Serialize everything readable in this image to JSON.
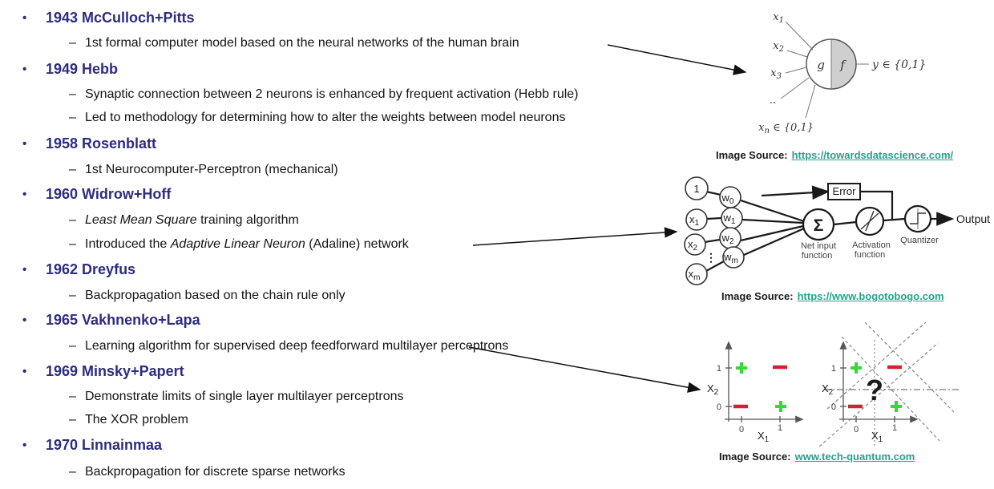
{
  "marks": {
    "bullet": "•",
    "dash": "–"
  },
  "colors": {
    "heading_blue": "#2f2b7d",
    "link_teal": "#27a08c",
    "plus_green": "#3bd43b",
    "minus_red": "#cf2233",
    "neuron_fill_gray": "#cfcfcf"
  },
  "timeline": [
    {
      "style": "heading",
      "text": "1943 McCulloch+Pitts"
    },
    {
      "style": "sub",
      "text": "1st formal computer model based on the neural networks of the human brain"
    },
    {
      "style": "heading",
      "text": "1949 Hebb"
    },
    {
      "style": "sub",
      "text": "Synaptic connection between 2 neurons is enhanced by frequent activation (Hebb rule)"
    },
    {
      "style": "sub",
      "text": "Led to  methodology for determining how to alter the weights between model neurons"
    },
    {
      "style": "heading",
      "text": "1958 Rosenblatt"
    },
    {
      "style": "sub",
      "text": "1st Neurocomputer-Perceptron (mechanical)"
    },
    {
      "style": "heading",
      "text": "1960 Widrow+Hoff"
    },
    {
      "style": "sub",
      "italic": "Least Mean Square",
      "post": " training algorithm"
    },
    {
      "style": "sub",
      "pre": "Introduced the ",
      "italic": "Adaptive Linear Neuron",
      "post": " (Adaline) network"
    },
    {
      "style": "heading",
      "text": "1962 Dreyfus"
    },
    {
      "style": "sub",
      "text": "Backpropagation based on the chain rule only"
    },
    {
      "style": "heading",
      "text": "1965 Vakhnenko+Lapa"
    },
    {
      "style": "sub",
      "text": "Learning algorithm for supervised deep feedforward multilayer perceptrons"
    },
    {
      "style": "heading",
      "text": "1969 Minsky+Papert"
    },
    {
      "style": "sub",
      "text": "Demonstrate limits of single layer multilayer perceptrons"
    },
    {
      "style": "sub",
      "text": "The XOR problem"
    },
    {
      "style": "heading",
      "text": "1970 Linnainmaa"
    },
    {
      "style": "sub",
      "text": "Backpropagation for discrete sparse networks"
    }
  ],
  "figures": {
    "mcculloch_pitts": {
      "inputs": [
        {
          "b": "x",
          "s": "1",
          "rest": ""
        },
        {
          "b": "x",
          "s": "2",
          "rest": ""
        },
        {
          "b": "x",
          "s": "3",
          "rest": ""
        },
        {
          "b": "..",
          "s": "",
          "rest": ""
        },
        {
          "b": "x",
          "s": "n",
          "rest": " ∈ {0,1}"
        }
      ],
      "node_left": "g",
      "node_right": "f",
      "output_label": "y ∈ {0,1}",
      "caption_label": "Image Source:",
      "caption_link": "https://towardsdatascience.com/"
    },
    "adaline": {
      "input_nodes": [
        {
          "b": "1",
          "s": ""
        },
        {
          "b": "x",
          "s": "1"
        },
        {
          "b": "x",
          "s": "2"
        },
        {
          "b": "x",
          "s": "m"
        }
      ],
      "weight_nodes": [
        {
          "b": "w",
          "s": "0"
        },
        {
          "b": "w",
          "s": "1"
        },
        {
          "b": "w",
          "s": "2"
        },
        {
          "b": "w",
          "s": "m"
        }
      ],
      "dots": "⋮",
      "sum_symbol": "Σ",
      "error_label": "Error",
      "net_input_label_1": "Net input",
      "net_input_label_2": "function",
      "activation_label_1": "Activation",
      "activation_label_2": "function",
      "quantizer_label": "Quantizer",
      "output_label": "Output",
      "caption_label": "Image Source:",
      "caption_link": "https://www.bogotobogo.com"
    },
    "xor": {
      "y_axis": {
        "b": "X",
        "s": "2"
      },
      "x_axis": {
        "b": "X",
        "s": "1"
      },
      "tick0": "0",
      "tick1": "1",
      "question": "?",
      "caption_label": "Image Source:",
      "caption_link": "www.tech-quantum.com"
    }
  }
}
